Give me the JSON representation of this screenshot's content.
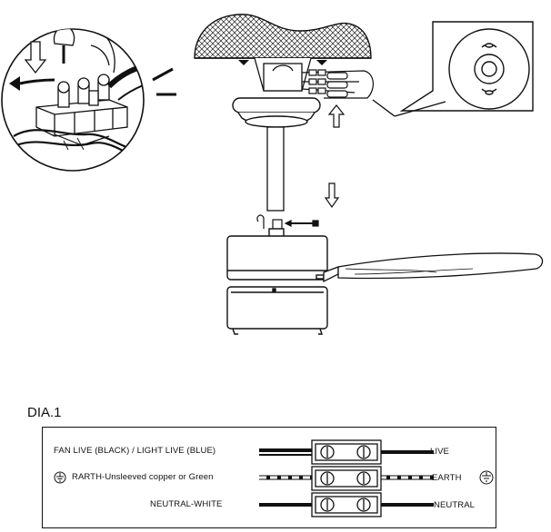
{
  "diagram": {
    "label": "DIA.1",
    "wiring": {
      "live_label_left": "FAN LIVE  (BLACK) / LIGHT LIVE (BLUE)",
      "live_label_right": "LIVE",
      "earth_label_left": "RARTH-Unsleeved copper or Green",
      "earth_label_right": "EARTH",
      "neutral_label_left": "NEUTRAL-WHITE",
      "neutral_label_right": "NEUTRAL"
    },
    "icons": [
      "earth-ground-icon",
      "down-arrow-icon",
      "up-arrow-icon",
      "rotate-arrow-icon"
    ]
  }
}
